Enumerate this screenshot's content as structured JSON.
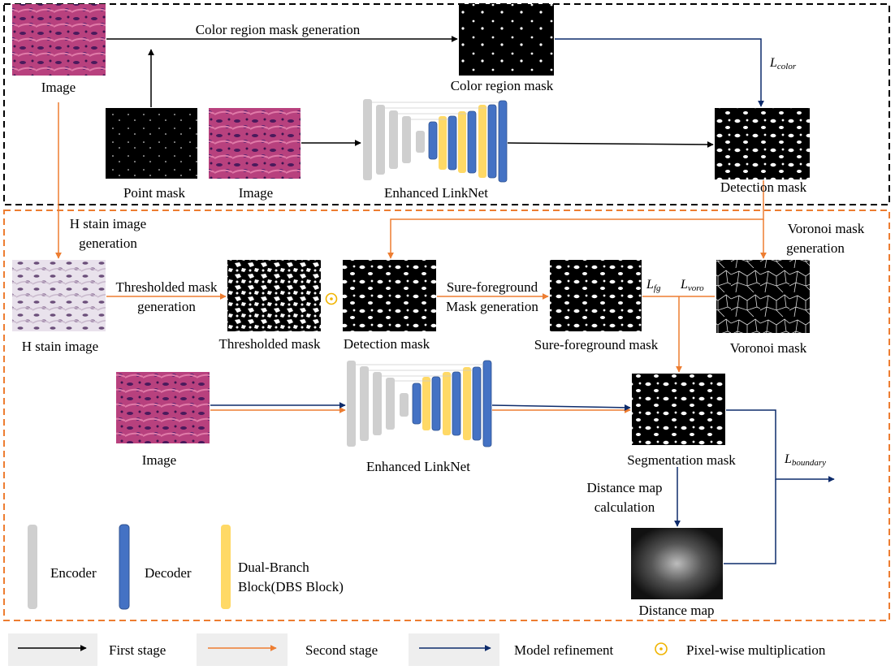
{
  "labels": {
    "image_top": "Image",
    "color_gen": "Color region mask generation",
    "color_mask": "Color region mask",
    "l_color_main": "L",
    "l_color_sub": "color",
    "point_mask": "Point mask",
    "image_mid": "Image",
    "linknet_top": "Enhanced LinkNet",
    "detection_top": "Detection mask",
    "h_gen_1": "H stain image",
    "h_gen_2": "generation",
    "voronoi_gen_1": "Voronoi mask",
    "voronoi_gen_2": "generation",
    "thresh_gen_1": "Thresholded mask",
    "thresh_gen_2": "generation",
    "h_stain": "H stain image",
    "thresholded": "Thresholded mask",
    "detection_mid": "Detection mask",
    "sure_gen_1": "Sure-foreground",
    "sure_gen_2": "Mask generation",
    "sure_mask": "Sure-foreground mask",
    "l_fg_main": "L",
    "l_fg_sub": "fg",
    "l_voro_main": "L",
    "l_voro_sub": "voro",
    "voronoi_mask": "Voronoi mask",
    "image_bottom": "Image",
    "linknet_bottom": "Enhanced LinkNet",
    "seg_mask": "Segmentation mask",
    "l_boundary_main": "L",
    "l_boundary_sub": "boundary",
    "dist_calc_1": "Distance map",
    "dist_calc_2": "calculation",
    "distance_map": "Distance map",
    "encoder": "Encoder",
    "decoder": "Decoder",
    "dbs_1": "Dual-Branch",
    "dbs_2": "Block(DBS Block)"
  },
  "legend": {
    "first_stage": "First stage",
    "second_stage": "Second stage",
    "model_refinement": "Model refinement",
    "pixel_mult": "Pixel-wise multiplication"
  },
  "colors": {
    "first_stage": "#000000",
    "second_stage": "#ED7D31",
    "model_refinement": "#0D2B6B",
    "encoder": "#CFCFCF",
    "decoder": "#4472C4",
    "dbs": "#FFD966",
    "legend_bg": "#EEEEEE"
  }
}
